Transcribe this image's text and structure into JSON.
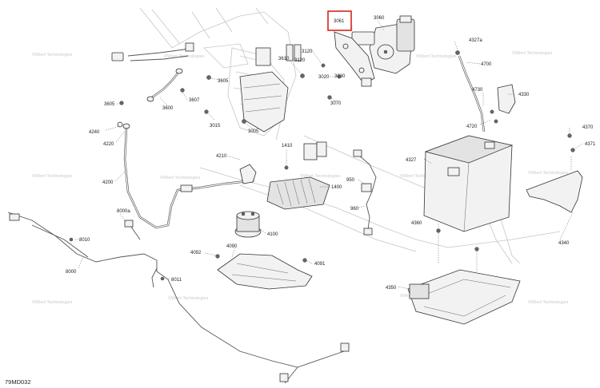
{
  "diagram_id": "79MD032",
  "highlight": {
    "part": "3061",
    "color": "#d9231d"
  },
  "watermark": "©Wiert Technologies",
  "callouts": {
    "c3060": "3060",
    "c3061": "3061",
    "c3610": "3610",
    "c3120": "3120",
    "c3020": "3020",
    "c3030": "3030",
    "c3070": "3070",
    "c3005": "3005",
    "c3015": "3015",
    "c3605": "3605",
    "c3607": "3607",
    "c3600": "3600",
    "c3605b": "3605",
    "c4240": "4240",
    "c4220": "4220",
    "c4200": "4200",
    "c4327a": "4327a",
    "c4700": "4700",
    "c4730": "4730",
    "c4330": "4330",
    "c4720": "4720",
    "c4327": "4327",
    "c4360": "4360",
    "c4350": "4350",
    "c4370": "4370",
    "c4371": "4371",
    "c4340": "4340",
    "c4210": "4210",
    "c1410": "1410",
    "c1400": "1400",
    "c950": "950",
    "c960": "960",
    "c4100": "4100",
    "c4092": "4092",
    "c4090": "4090",
    "c4091": "4091",
    "c8000a": "8000a",
    "c8010": "8010",
    "c8000": "8000",
    "c8011": "8011"
  }
}
